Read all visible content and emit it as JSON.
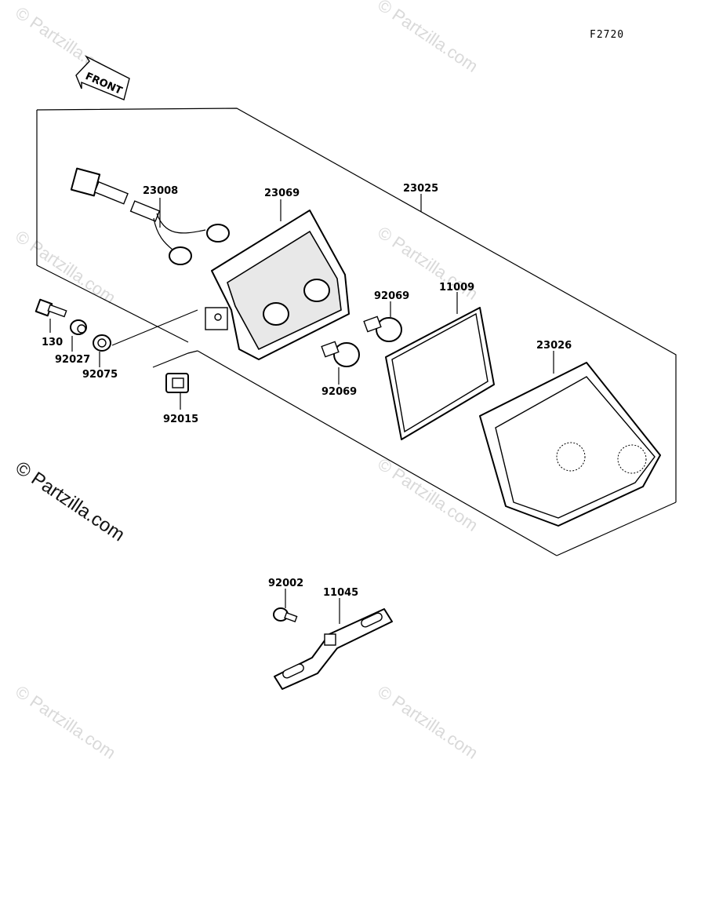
{
  "diagram": {
    "code": "F2720",
    "front_label": "FRONT",
    "copyright": "© Partzilla.com",
    "watermark": "© Partzilla.com",
    "parts": [
      {
        "id": "23008"
      },
      {
        "id": "23069"
      },
      {
        "id": "23025"
      },
      {
        "id": "130"
      },
      {
        "id": "92027"
      },
      {
        "id": "92075"
      },
      {
        "id": "92069"
      },
      {
        "id": "11009"
      },
      {
        "id": "92069"
      },
      {
        "id": "23026"
      },
      {
        "id": "92015"
      },
      {
        "id": "92002"
      },
      {
        "id": "11045"
      }
    ]
  }
}
